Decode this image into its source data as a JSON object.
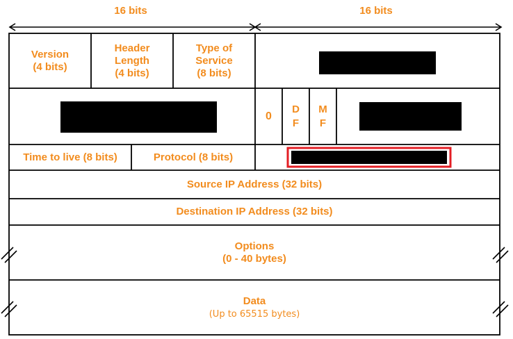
{
  "header": {
    "left_width": "16 bits",
    "right_width": "16 bits"
  },
  "fields": {
    "version": "Version\n(4 bits)",
    "header_length": "Header\nLength\n(4 bits)",
    "type_of_service": "Type of\nService\n(8 bits)",
    "flag_zero": "0",
    "flag_df": "D\nF",
    "flag_mf": "M\nF",
    "ttl": "Time to live (8 bits)",
    "protocol": "Protocol (8 bits)",
    "source_ip": "Source IP Address (32 bits)",
    "destination_ip": "Destination IP Address (32 bits)",
    "options": "Options\n(0 - 40 bytes)",
    "data_title": "Data",
    "data_sub": "(Up to 65515 bytes)"
  },
  "colors": {
    "label": "#f28c1e",
    "border": "#000000",
    "highlight": "#e31e24",
    "redaction": "#000000"
  }
}
